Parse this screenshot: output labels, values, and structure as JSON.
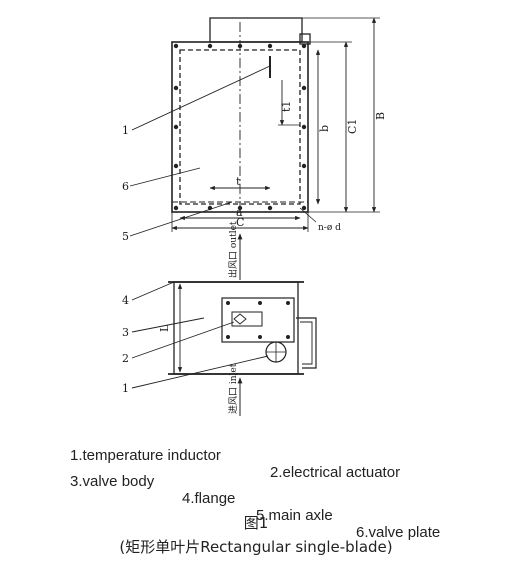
{
  "diagram": {
    "top_view": {
      "dims": {
        "C1": "C1",
        "b": "b",
        "B": "B",
        "t1": "t1",
        "C": "C",
        "a": "a",
        "t": "t",
        "hole_spec": "n-ø d",
        "airflow": "出风口 outlet"
      },
      "callouts": [
        "1",
        "6",
        "5"
      ]
    },
    "side_view": {
      "dims": {
        "L": "L",
        "airflow": "进风口 inlet"
      },
      "callouts": [
        "4",
        "3",
        "2",
        "1"
      ]
    }
  },
  "legend": {
    "row1": [
      "1.temperature inductor",
      "2.electrical actuator"
    ],
    "row2": [
      "3.valve body",
      "4.flange",
      "5.main axle",
      "6.valve plate"
    ]
  },
  "caption": {
    "figure": "图1",
    "subtitle": "(矩形单叶片Rectangular single-blade)"
  }
}
